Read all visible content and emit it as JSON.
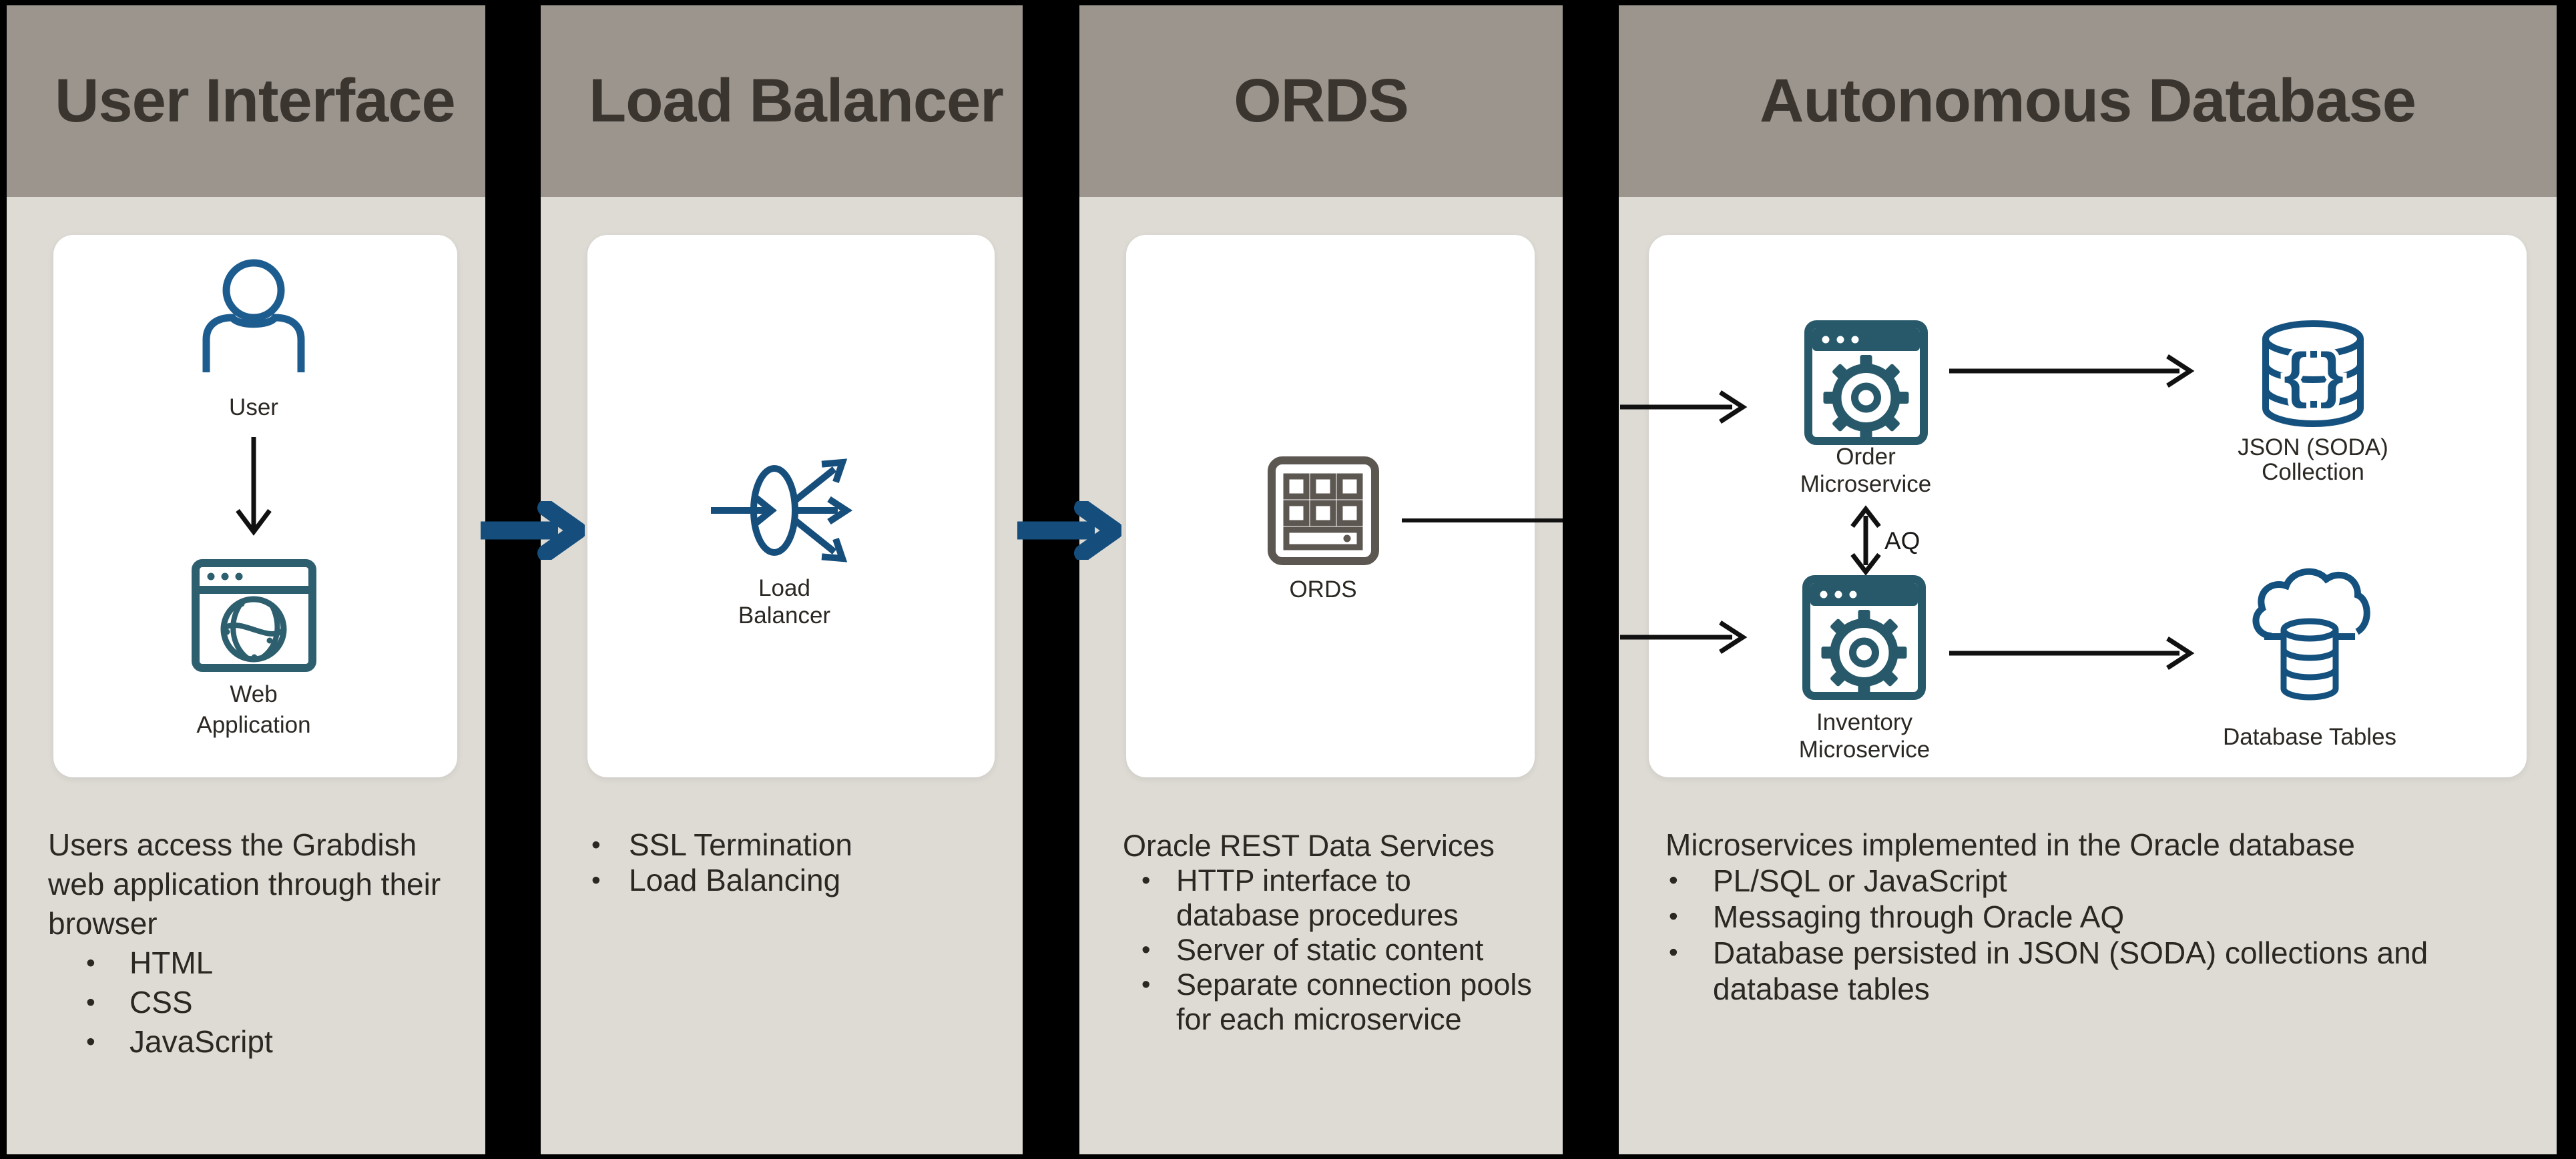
{
  "columns": [
    {
      "title": "User Interface",
      "description": "Users access the Grabdish web application through their browser",
      "bullets": [
        "HTML",
        "CSS",
        "JavaScript"
      ],
      "labels": {
        "user": "User",
        "webapp_line1": "Web",
        "webapp_line2": "Application"
      }
    },
    {
      "title": "Load Balancer",
      "bullets": [
        "SSL Termination",
        "Load Balancing"
      ],
      "labels": {
        "lb_line1": "Load",
        "lb_line2": "Balancer"
      }
    },
    {
      "title": "ORDS",
      "description": "Oracle REST Data Services",
      "bullets": [
        "HTTP interface to database procedures",
        "Server of static content",
        "Separate connection pools for each microservice"
      ],
      "labels": {
        "ords": "ORDS"
      }
    },
    {
      "title": "Autonomous Database",
      "description": "Microservices implemented in the Oracle database",
      "bullets": [
        "PL/SQL or JavaScript",
        "Messaging through Oracle AQ",
        "Database persisted in JSON (SODA) collections and database tables"
      ],
      "labels": {
        "order_line1": "Order",
        "order_line2": "Microservice",
        "json_line1": "JSON (SODA)",
        "json_line2": "Collection",
        "aq": "AQ",
        "brace_left": "{",
        "brace_right": "}",
        "inventory_line1": "Inventory",
        "inventory_line2": "Microservice",
        "db_tables": "Database Tables"
      }
    }
  ],
  "colors": {
    "frame": "#000000",
    "header_bg": "#9b958d",
    "body_bg": "#dedbd5",
    "card_bg": "#ffffff",
    "header_text": "#3a352f",
    "body_text": "#2b2723",
    "blue_icon": "#15517e",
    "blue_arrow": "#154e7d",
    "teal_icon": "#27596a",
    "web_teal": "#2d5f6e",
    "ords_gray": "#5d5752",
    "black_arrow": "#111111"
  }
}
